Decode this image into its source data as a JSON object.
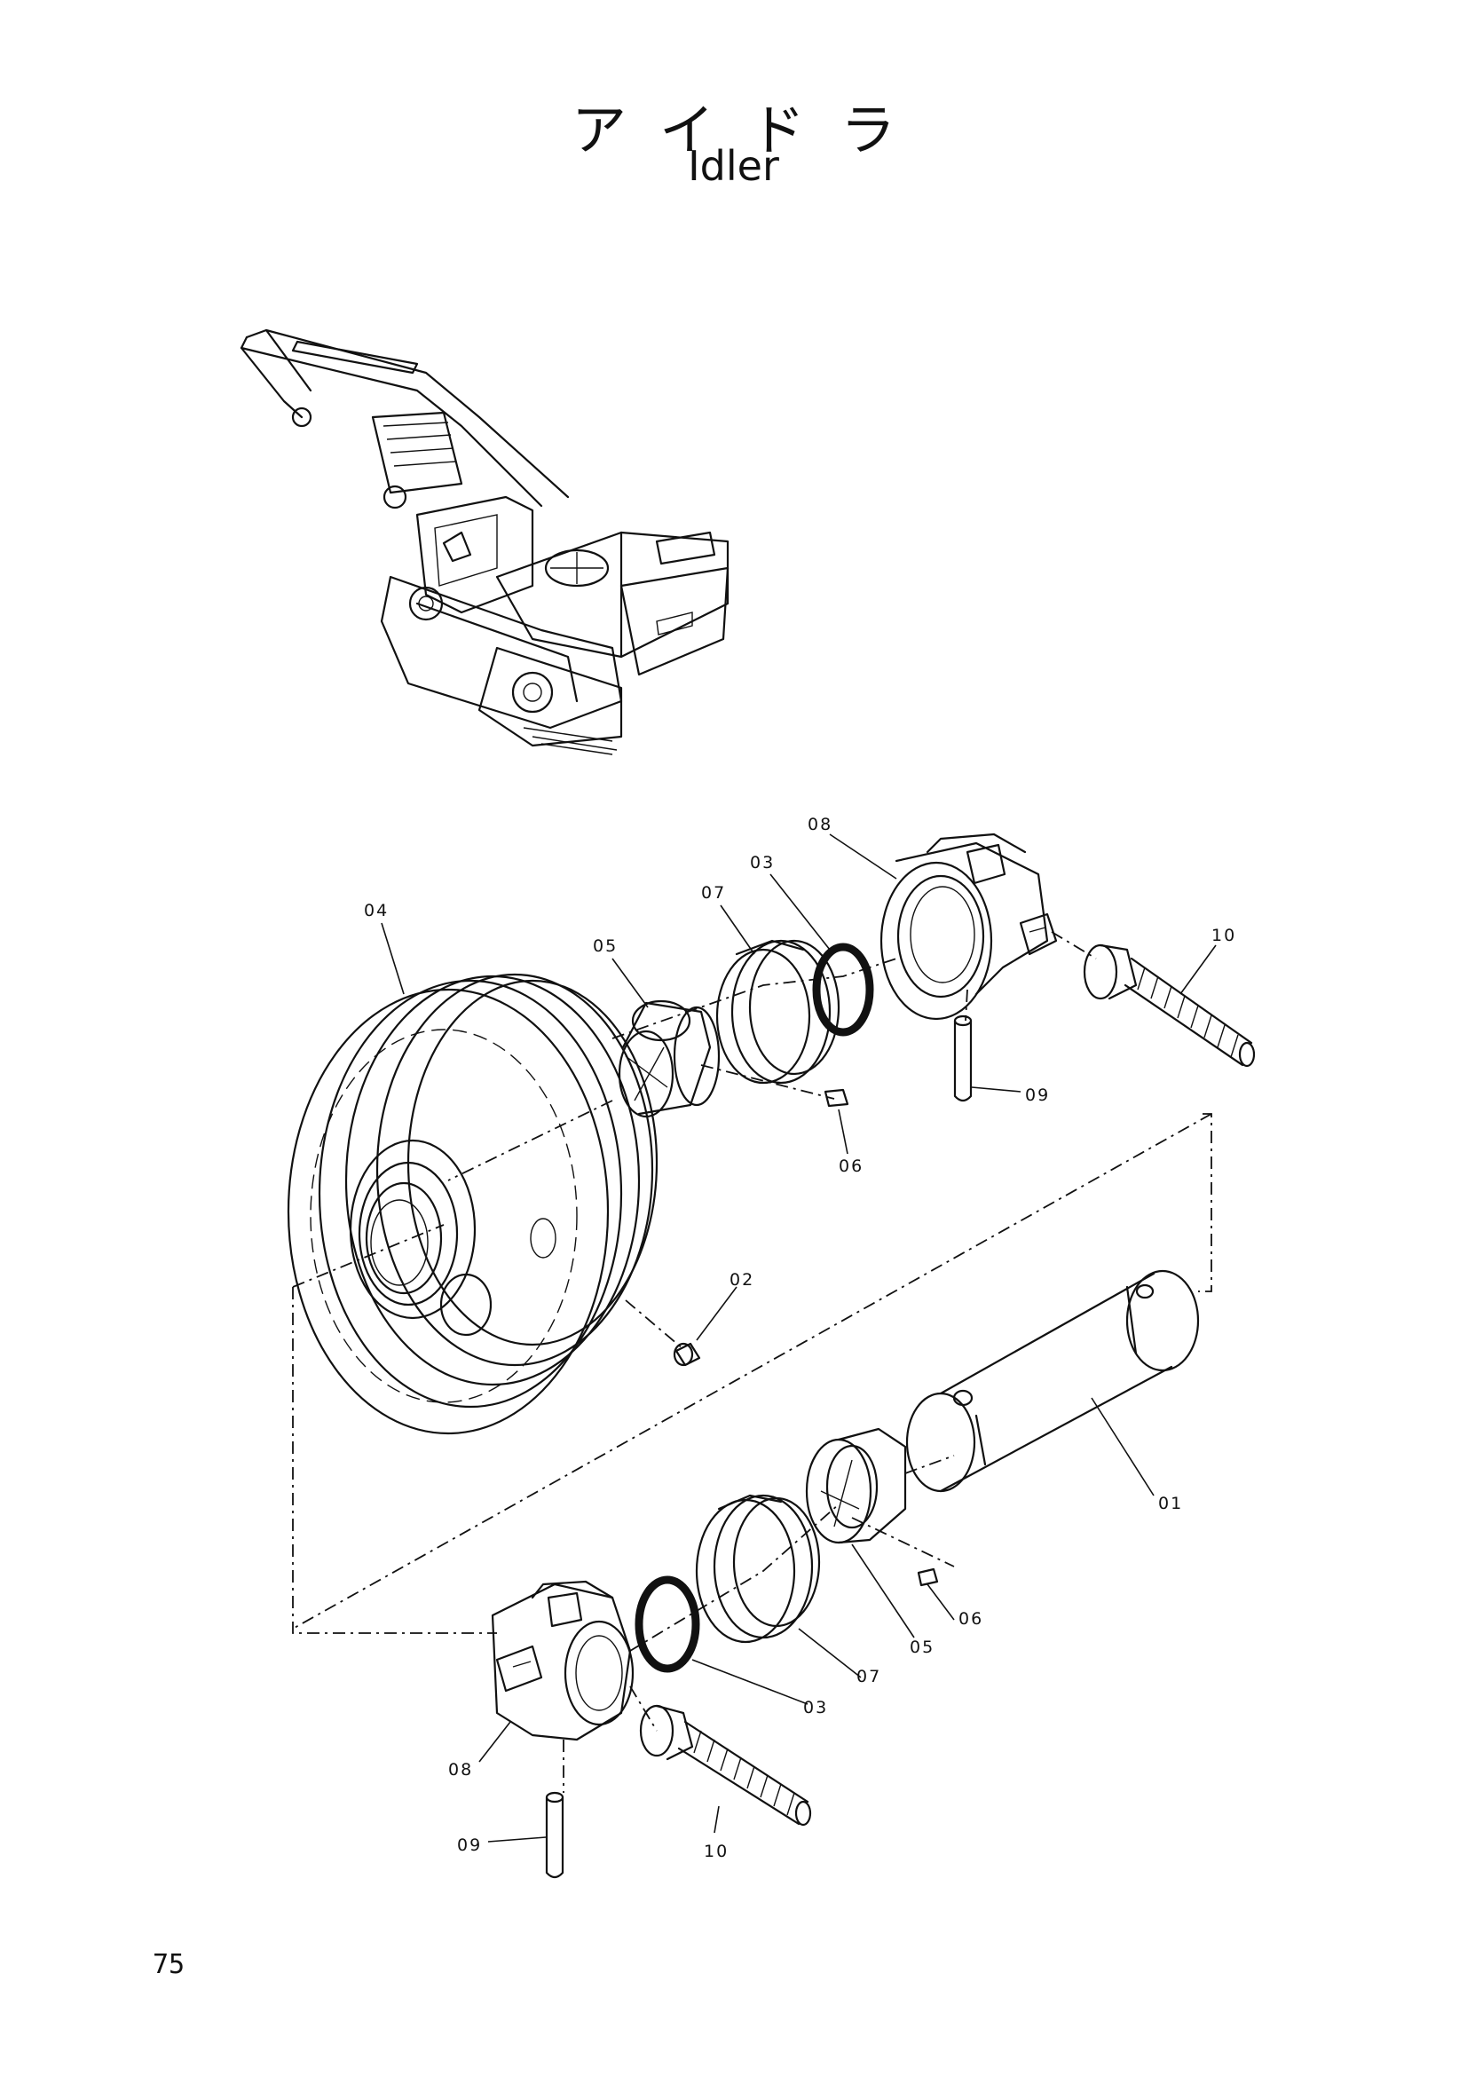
{
  "title_ja": "アイドラ",
  "title_en": "Idler",
  "page_number": "75",
  "parts": {
    "p01": "01",
    "p02": "02",
    "p03a": "03",
    "p03b": "03",
    "p04": "04",
    "p05a": "05",
    "p05b": "05",
    "p06a": "06",
    "p06b": "06",
    "p07a": "07",
    "p07b": "07",
    "p08a": "08",
    "p08b": "08",
    "p09a": "09",
    "p09b": "09",
    "p10a": "10",
    "p10b": "10"
  }
}
